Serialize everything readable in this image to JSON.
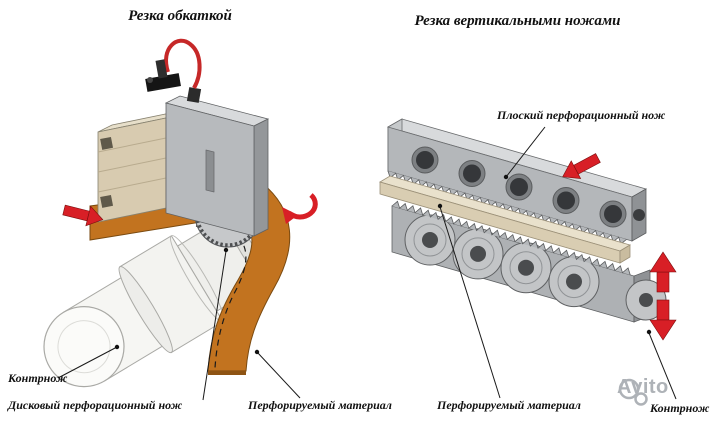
{
  "titles": {
    "left": "Резка обкаткой",
    "right": "Резка вертикальными ножами"
  },
  "labels": {
    "counter_knife_left": "Контрнож",
    "disc_knife": "Дисковый перфорационный нож",
    "material_left": "Перфорируемый материал",
    "flat_knife": "Плоский перфорационный нож",
    "material_right": "Перфорируемый материал",
    "counter_knife_right": "Контрнож"
  },
  "watermark": {
    "text": "Avito"
  },
  "colors": {
    "material_orange": "#c2731f",
    "material_beige": "#d9cdb2",
    "metal_gray": "#b7babd",
    "arrow_red": "#d81f26"
  }
}
